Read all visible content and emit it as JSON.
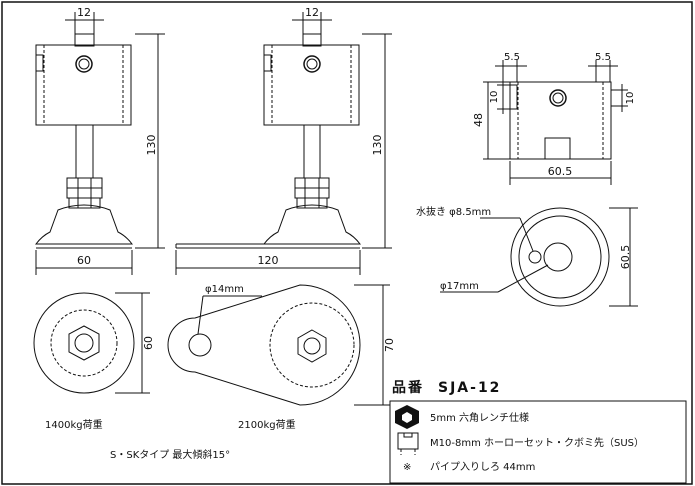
{
  "dims": {
    "v1_bolt": "12",
    "v1_height": "130",
    "v1_base": "60",
    "v2_bolt": "12",
    "v2_height": "130",
    "v2_base": "120",
    "tr_left": "5.5",
    "tr_right": "5.5",
    "tr_hole_left": "10",
    "tr_hole_right": "10",
    "tr_height": "48",
    "tr_width": "60.5",
    "br_dia": "60.5",
    "bot1_dim": "60",
    "bot2_dim": "70"
  },
  "labels": {
    "drain_hole": "水抜き φ8.5mm",
    "hole_17": "φ17mm",
    "hole_14": "φ14mm",
    "load_1": "1400kg荷重",
    "load_2": "2100kg荷重",
    "tilt": "S・SKタイプ  最大傾斜15°",
    "product_label": "品番",
    "product_code": "SJA-12"
  },
  "legend": {
    "row1": "5mm  六角レンチ仕様",
    "row2": "M10-8mm  ホーローセット・クボミ先（SUS）",
    "row3_mark": "※",
    "row3": "パイプ入りしろ  44mm"
  }
}
